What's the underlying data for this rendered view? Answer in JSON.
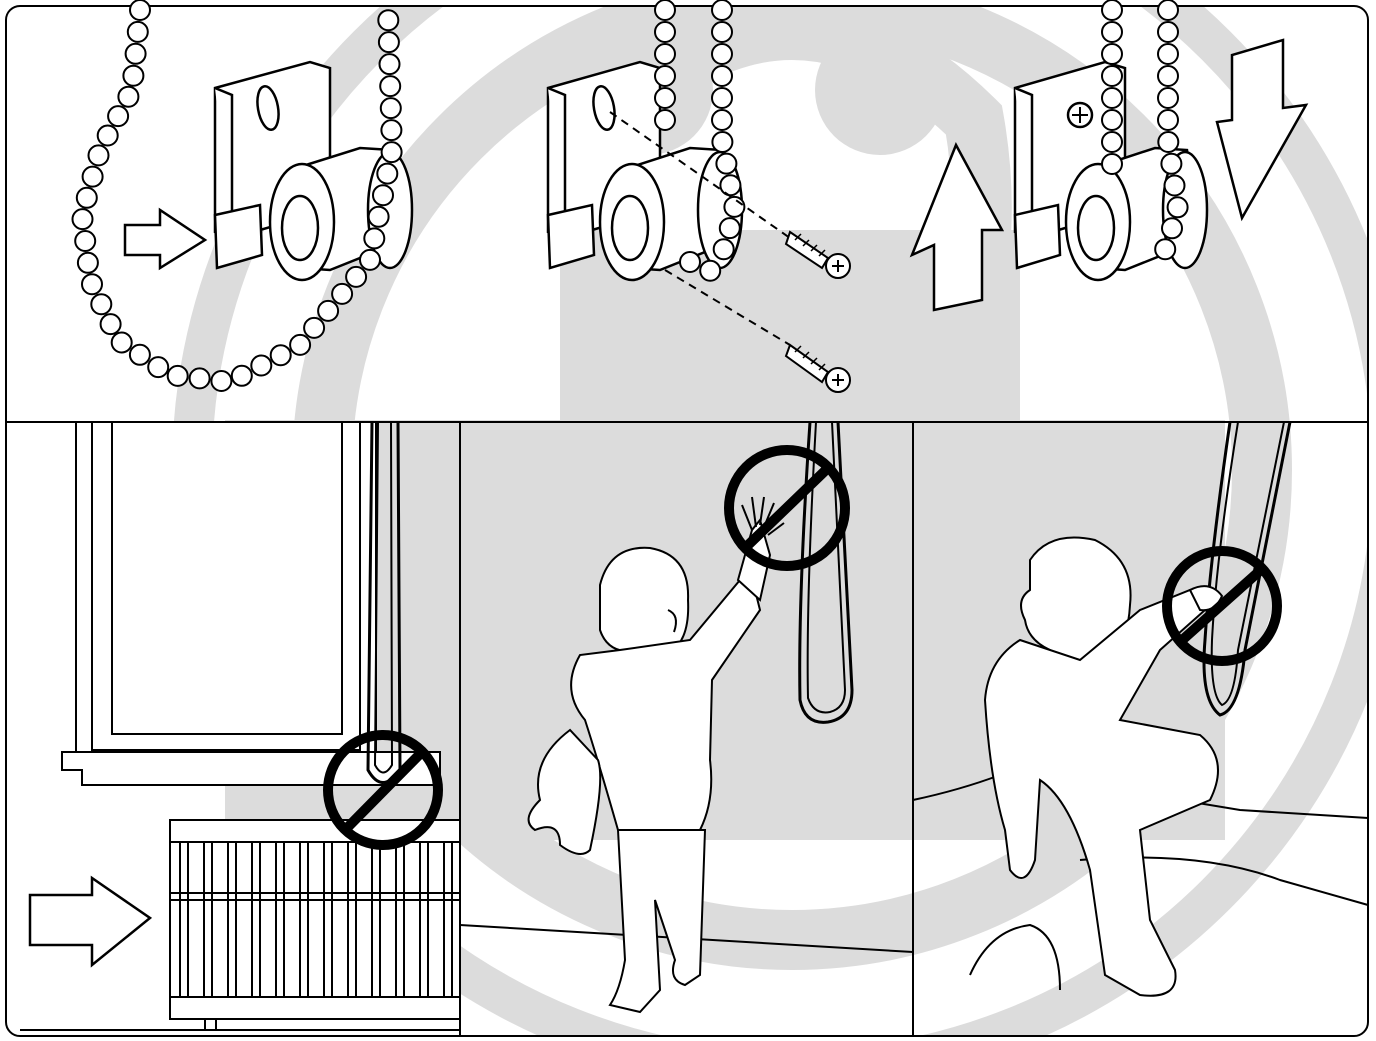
{
  "figure": {
    "background": "#ffffff",
    "watermark_color": "#dcdcdc",
    "line_color": "#000000",
    "prohibition_color": "#000000"
  },
  "top_panel": {
    "steps": [
      {
        "icon": "insert-arrow-icon",
        "direction": "right"
      },
      {
        "icon": "screw-icon",
        "count": 2
      },
      {
        "icon": "up-arrow-icon",
        "second_icon": "down-arrow-icon"
      }
    ]
  },
  "bottom_panels": [
    {
      "scene": "crib-near-window",
      "icon": "no-sign-icon",
      "arrow": "right"
    },
    {
      "scene": "child-reaching-cord",
      "icon": "no-sign-icon"
    },
    {
      "scene": "child-holding-cord",
      "icon": "no-sign-icon"
    }
  ]
}
